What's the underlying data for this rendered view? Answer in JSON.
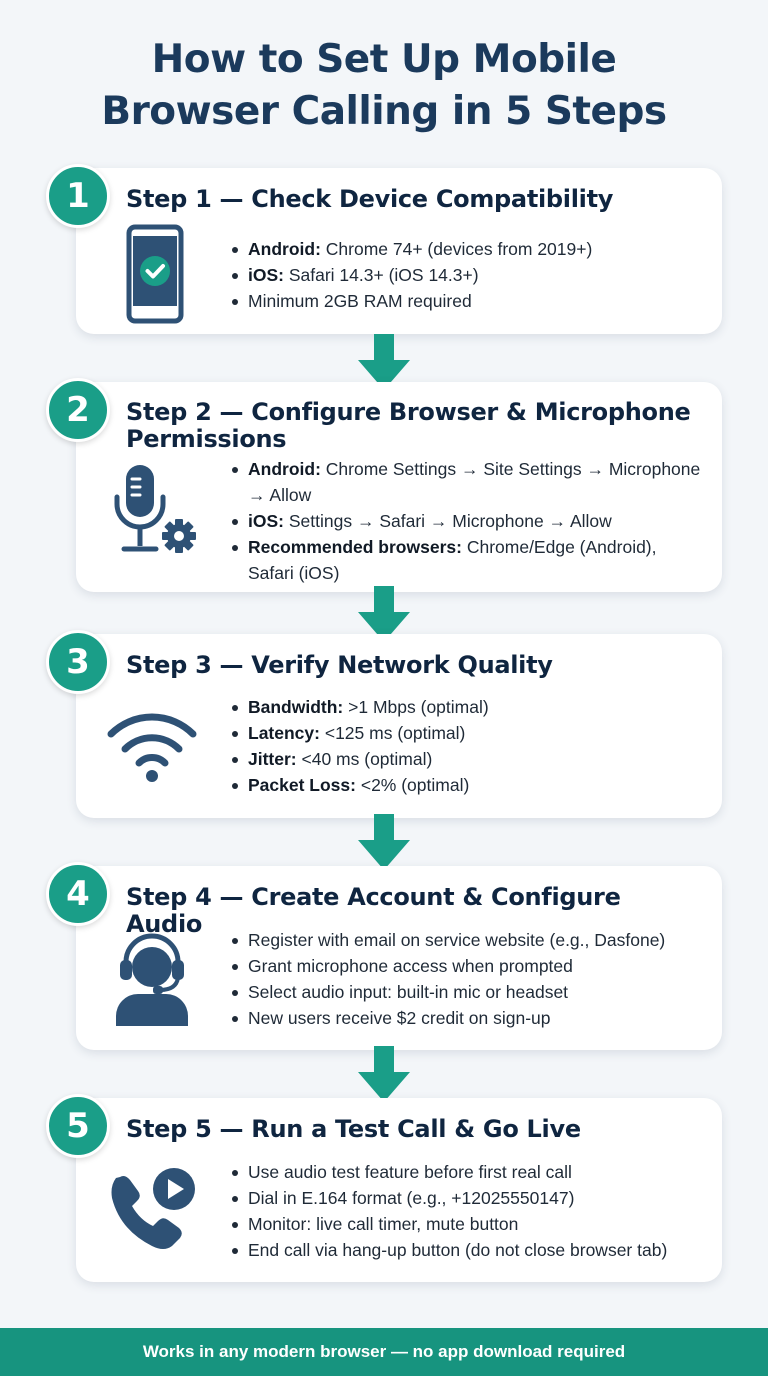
{
  "title": {
    "line1": "How to Set Up Mobile",
    "line2": "Browser Calling in 5 Steps"
  },
  "steps": [
    {
      "number": "1",
      "title": "Step 1 — Check Device Compatibility",
      "icon": "smartphone-check-icon",
      "bullets": [
        {
          "label": "Android:",
          "text": "Chrome 74+ (devices from 2019+)"
        },
        {
          "label": "iOS:",
          "text": "Safari 14.3+ (iOS 14.3+)"
        },
        {
          "label": "",
          "text": "Minimum 2GB RAM required"
        }
      ]
    },
    {
      "number": "2",
      "title": "Step 2 — Configure Browser & Microphone Permissions",
      "icon": "microphone-gear-icon",
      "bullets": [
        {
          "label": "Android:",
          "text": "Chrome Settings → Site Settings → Microphone → Allow"
        },
        {
          "label": "iOS:",
          "text": "Settings → Safari → Microphone → Allow"
        },
        {
          "label": "Recommended browsers:",
          "text": "Chrome/Edge (Android), Safari (iOS)"
        }
      ]
    },
    {
      "number": "3",
      "title": "Step 3 — Verify Network Quality",
      "icon": "wifi-icon",
      "bullets": [
        {
          "label": "Bandwidth:",
          "text": ">1 Mbps (optimal)"
        },
        {
          "label": "Latency:",
          "text": "<125 ms (optimal)"
        },
        {
          "label": "Jitter:",
          "text": "<40 ms (optimal)"
        },
        {
          "label": "Packet Loss:",
          "text": "<2% (optimal)"
        }
      ]
    },
    {
      "number": "4",
      "title": "Step 4 — Create Account & Configure Audio",
      "icon": "headset-user-icon",
      "bullets": [
        {
          "label": "",
          "text": "Register with email on service website (e.g., Dasfone)"
        },
        {
          "label": "",
          "text": "Grant microphone access when prompted"
        },
        {
          "label": "",
          "text": "Select audio input: built-in mic or headset"
        },
        {
          "label": "",
          "text": "New users receive $2 credit on sign-up"
        }
      ]
    },
    {
      "number": "5",
      "title": "Step 5 — Run a Test Call & Go Live",
      "icon": "phone-play-icon",
      "bullets": [
        {
          "label": "",
          "text": "Use audio test feature before first real call"
        },
        {
          "label": "",
          "text": "Dial in E.164 format (e.g., +12025550147)"
        },
        {
          "label": "",
          "text": "Monitor: live call timer, mute button"
        },
        {
          "label": "",
          "text": "End call via hang-up button (do not close browser tab)"
        }
      ]
    }
  ],
  "footer": "Works in any modern browser — no app download required",
  "colors": {
    "accent": "#1a9e88",
    "title": "#1b3a5c",
    "icon": "#2e5175",
    "footer_bg": "#17947f"
  }
}
